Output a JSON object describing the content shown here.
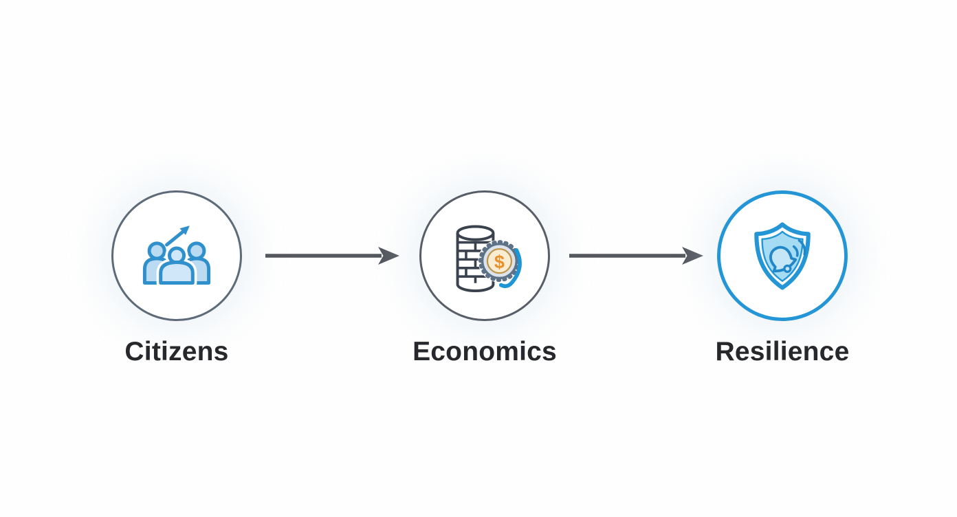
{
  "diagram": {
    "type": "flow",
    "direction": "left-to-right",
    "background_color": "#fefefe",
    "arrow_color": "#54575e",
    "label_color": "#26282c",
    "nodes": [
      {
        "id": "citizens",
        "label": "Citizens",
        "icon": "people-growth-icon",
        "ring_color": "#5d6a77",
        "icon_stroke": "#2f90cc",
        "icon_fill": "#badbf2",
        "icon_fill_front": "#cfe7f8"
      },
      {
        "id": "economics",
        "label": "Economics",
        "icon": "coin-stack-dollar-badge-icon",
        "ring_color": "#575e67",
        "coin_stack_stroke": "#3a424e",
        "badge_ring_color": "#5d7187",
        "badge_fill": "#dce3eb",
        "coin_face_fill": "#f8edd3",
        "coin_face_ring": "#c0964a",
        "dollar_sign": "$",
        "dollar_color": "#e8902c",
        "swoosh_color": "#1e96d6"
      },
      {
        "id": "resilience",
        "label": "Resilience",
        "icon": "shield-alarm-bell-icon",
        "ring_color": "#2496d6",
        "icon_stroke": "#2496d6",
        "icon_fill": "#a5dcf3"
      }
    ],
    "connectors": [
      {
        "from": "citizens",
        "to": "economics",
        "style": "arrow-right"
      },
      {
        "from": "economics",
        "to": "resilience",
        "style": "arrow-right"
      }
    ]
  }
}
